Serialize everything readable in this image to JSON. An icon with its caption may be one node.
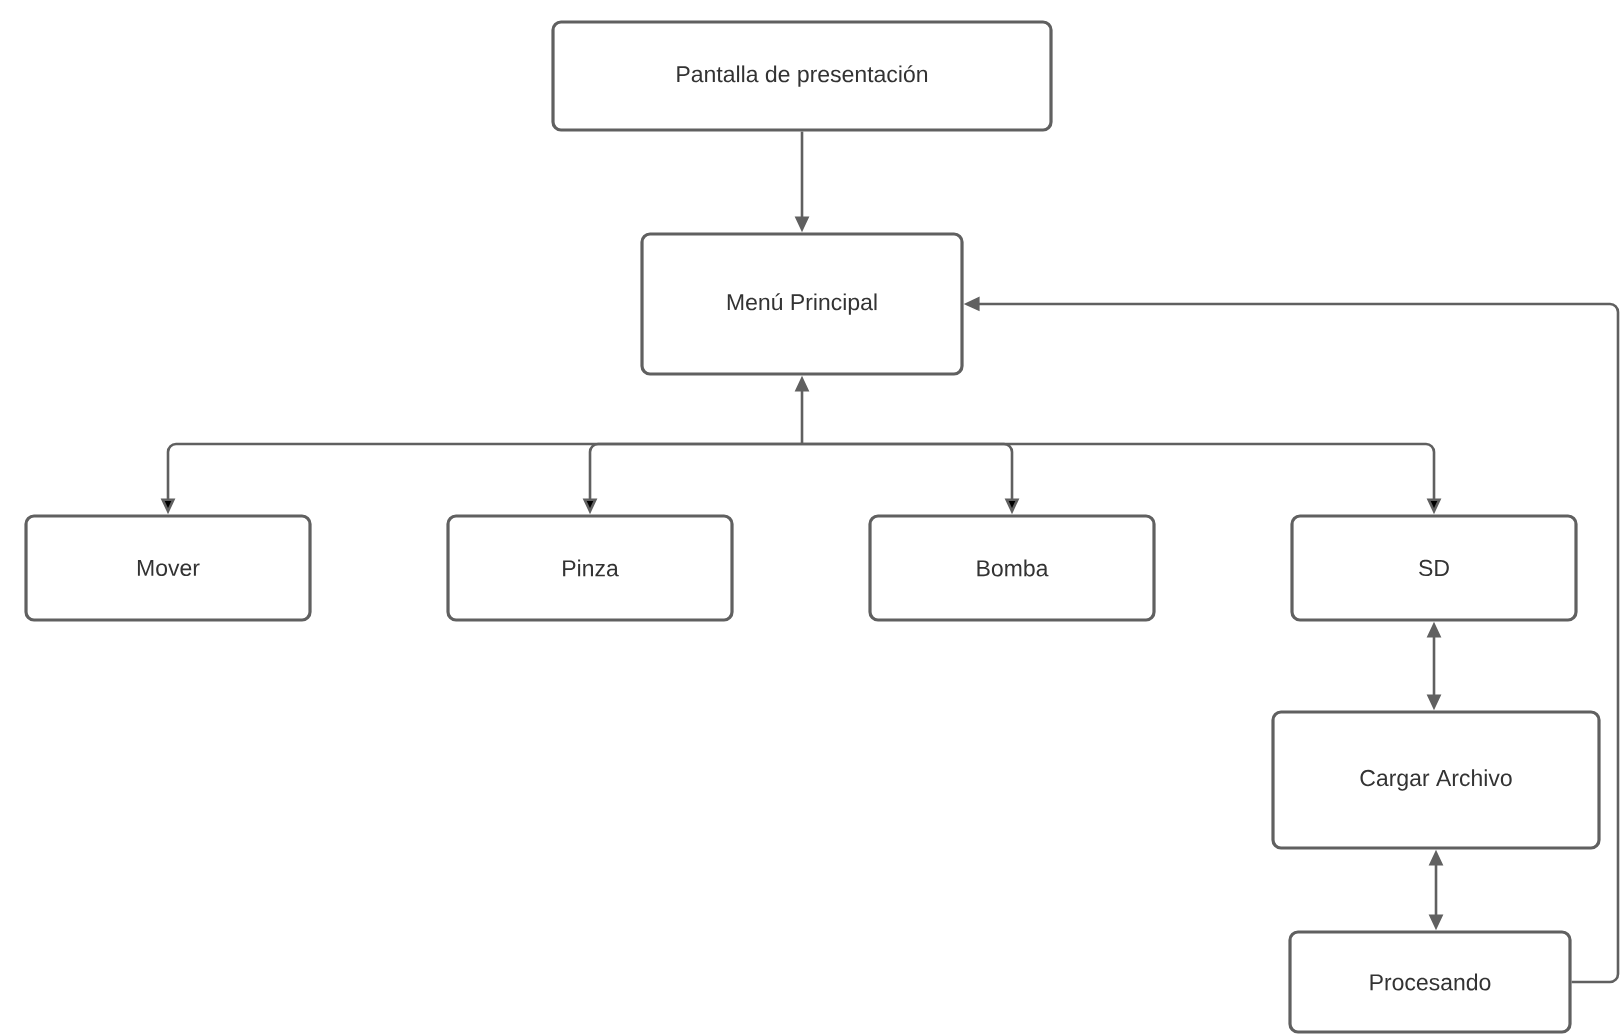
{
  "diagram": {
    "nodes": [
      {
        "text": [
          "Pantalla de presentación"
        ]
      },
      {
        "text": [
          "Menú Principal"
        ]
      },
      {
        "text": [
          "Mover"
        ]
      },
      {
        "text": [
          "Pinza"
        ]
      },
      {
        "text": [
          "Bomba"
        ]
      },
      {
        "text": [
          "SD"
        ]
      },
      {
        "text": [
          "Cargar Archivo"
        ]
      },
      {
        "text": [
          "Procesando"
        ]
      }
    ],
    "edges": [
      {
        "from": 0,
        "to": 1,
        "arrow": "to"
      },
      {
        "from": 1,
        "to": 2,
        "arrow": "both"
      },
      {
        "from": 1,
        "to": 3,
        "arrow": "both"
      },
      {
        "from": 1,
        "to": 4,
        "arrow": "both"
      },
      {
        "from": 1,
        "to": 5,
        "arrow": "both"
      },
      {
        "from": 5,
        "to": 6,
        "arrow": "both"
      },
      {
        "from": 6,
        "to": 7,
        "arrow": "both"
      },
      {
        "from": 7,
        "to": 1,
        "arrow": "to"
      }
    ]
  }
}
